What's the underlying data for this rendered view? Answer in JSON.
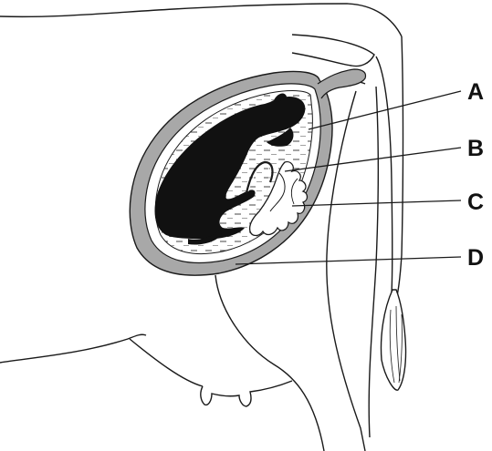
{
  "labels": [
    {
      "id": "A",
      "text": "A"
    },
    {
      "id": "B",
      "text": "B"
    },
    {
      "id": "C",
      "text": "C"
    },
    {
      "id": "D",
      "text": "D"
    }
  ],
  "colors": {
    "outline": "#1a1a1a",
    "uterine_wall": "#a8a8a8",
    "fetus": "#111111",
    "fluid_dash": "#444444",
    "background": "#ffffff"
  }
}
